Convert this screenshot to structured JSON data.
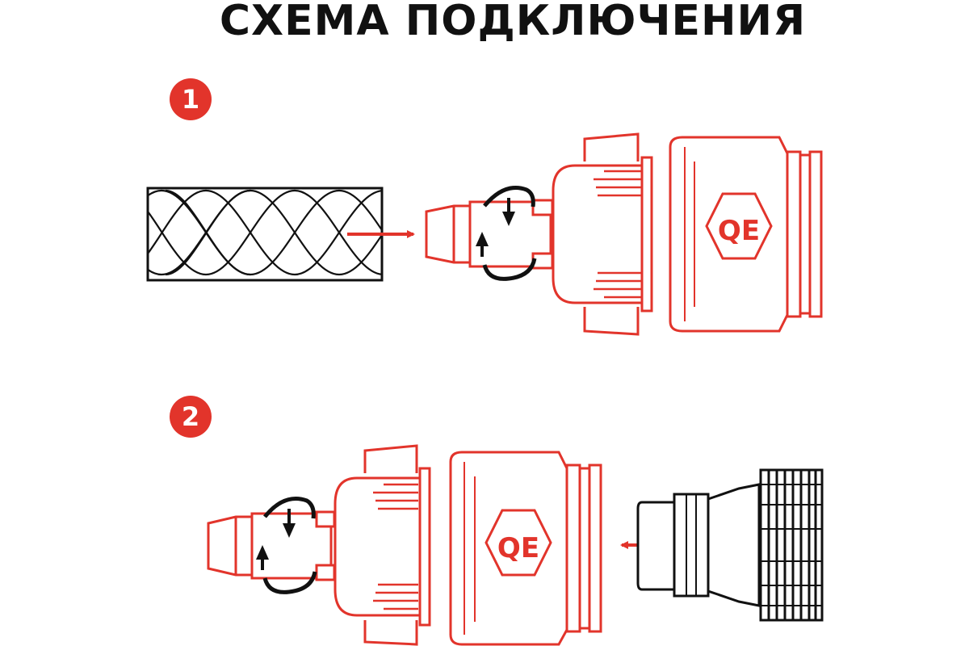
{
  "title": "СХЕМА ПОДКЛЮЧЕНИЯ",
  "steps": [
    {
      "number": "1"
    },
    {
      "number": "2"
    }
  ],
  "colors": {
    "accent": "#e2342b",
    "line": "#111111",
    "background": "#ffffff"
  },
  "icons": {
    "arrow": "arrow-icon",
    "rotate": "rotate-icon",
    "logo": "brand-logo-icon"
  },
  "brand_logo_text": "QE"
}
